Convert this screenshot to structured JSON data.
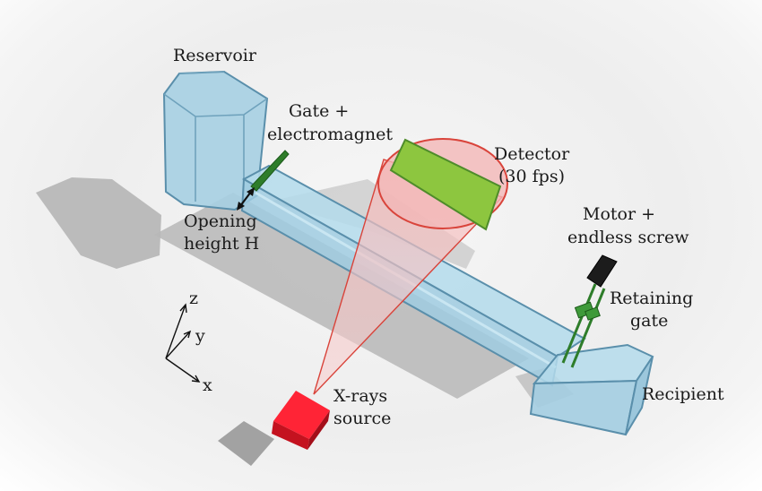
{
  "labels": {
    "reservoir": "Reservoir",
    "gate_line1": "Gate +",
    "gate_line2": "electromagnet",
    "detector_line1": "Detector",
    "detector_line2": "(30 fps)",
    "opening_line1": "Opening",
    "opening_line2": "height H",
    "motor_line1": "Motor +",
    "motor_line2": "endless screw",
    "retaining_line1": "Retaining",
    "retaining_line2": "gate",
    "recipient": "Recipient",
    "xray_line1": "X-rays",
    "xray_line2": "source",
    "axis_z": "z",
    "axis_y": "y",
    "axis_x": "x"
  },
  "colors": {
    "channel_fill": "#a9d3e6",
    "channel_stroke": "#5a8fab",
    "detector": "#8dc63f",
    "cone": "#f2b8b8",
    "cone_stroke": "#d9443b",
    "source": "#e01e2e",
    "gate": "#2e7d2a",
    "shadow": "#a8a8a8"
  }
}
